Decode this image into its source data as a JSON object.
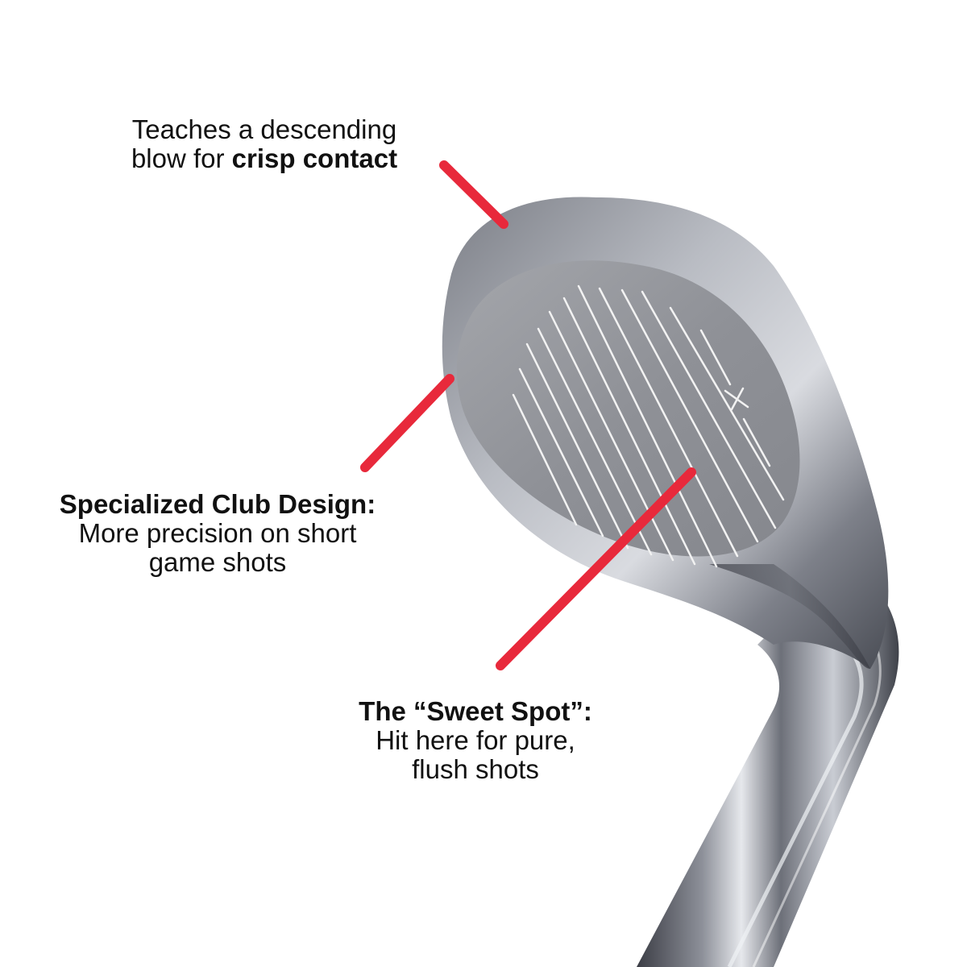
{
  "product": {
    "name": "golf-wedge-club-head",
    "callout_color": "#e8293b",
    "face_marking": "X"
  },
  "callouts": [
    {
      "id": "descending-blow",
      "line1": "Teaches a descending",
      "line2_regular": "blow for ",
      "line2_bold": "crisp contact"
    },
    {
      "id": "club-design",
      "title": "Specialized Club Design:",
      "line1": "More precision on short",
      "line2": "game shots"
    },
    {
      "id": "sweet-spot",
      "title": "The “Sweet Spot”:",
      "line1": "Hit here for pure,",
      "line2": "flush shots"
    }
  ]
}
